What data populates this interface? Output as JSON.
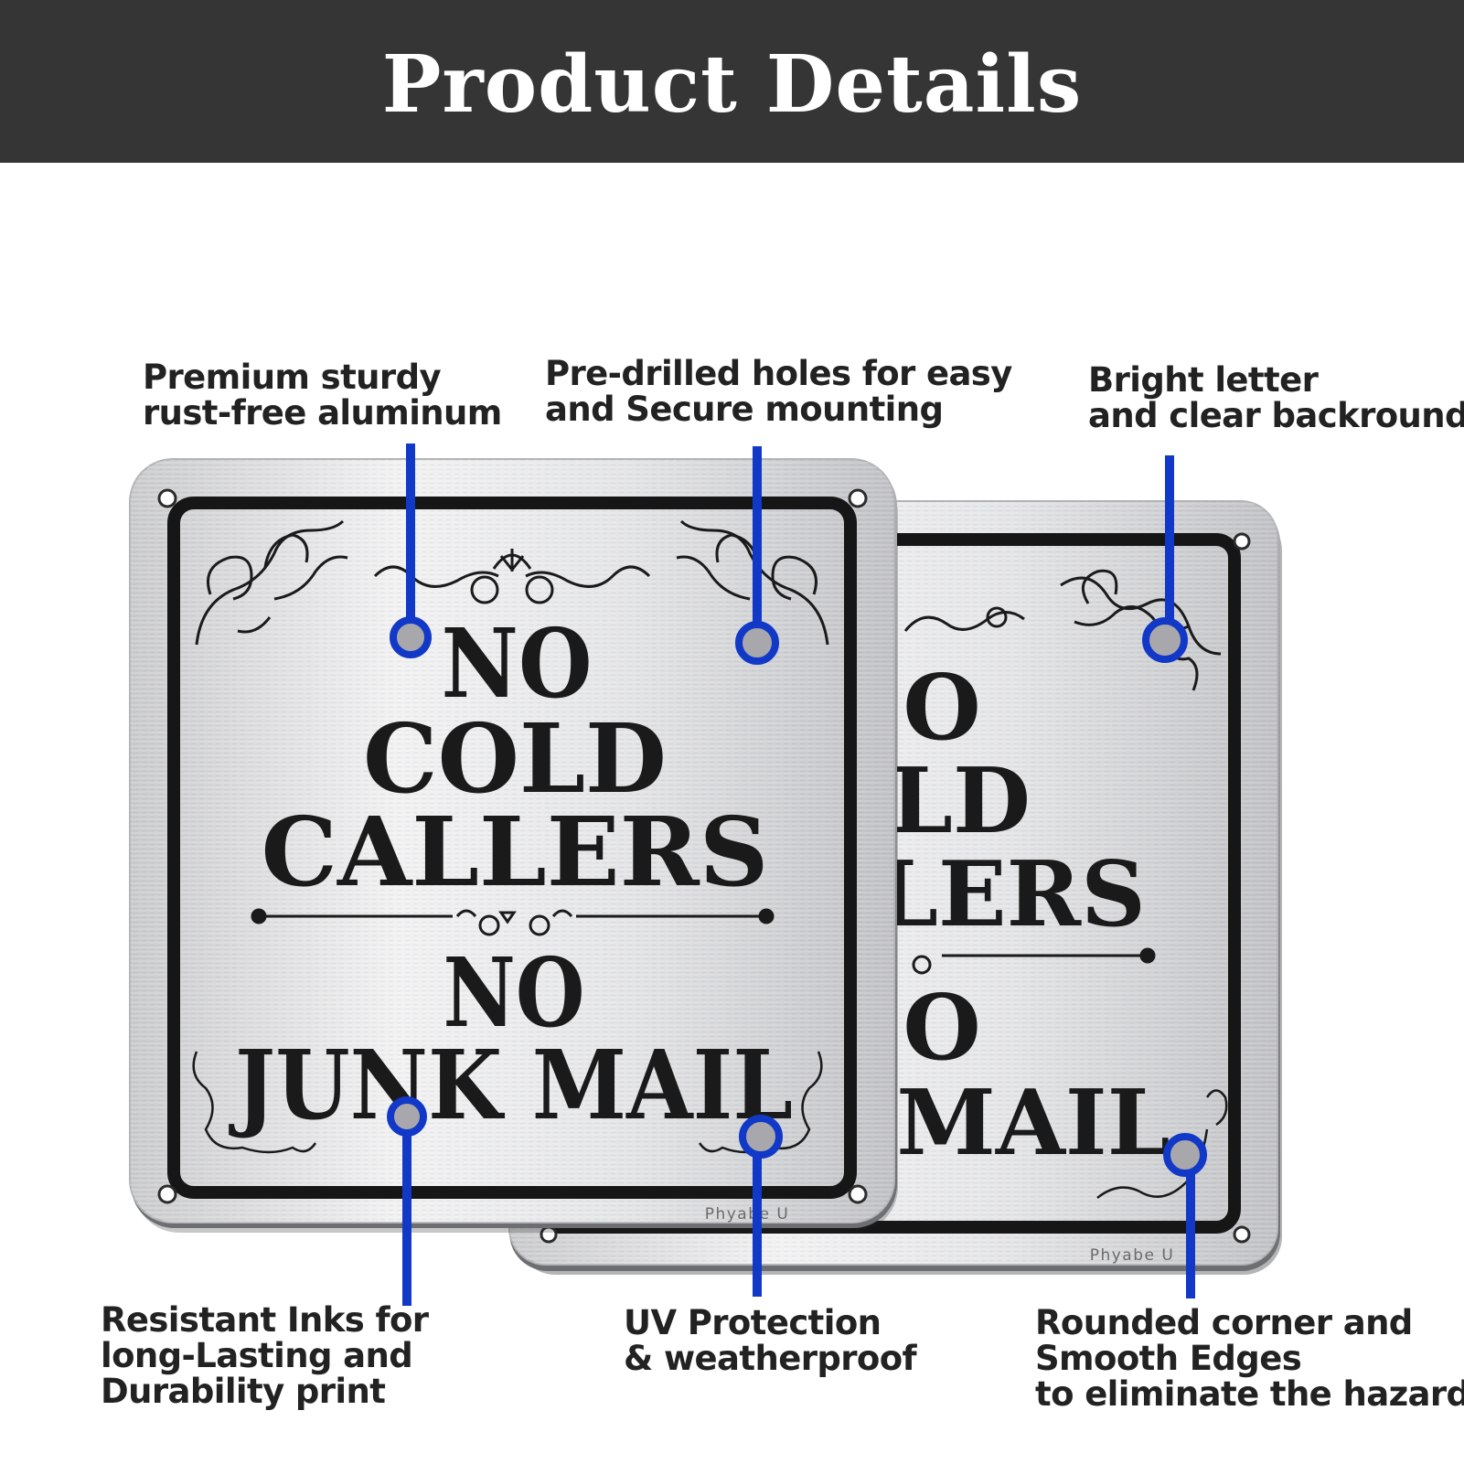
{
  "header": {
    "title": "Product Details"
  },
  "sign": {
    "lines": [
      "NO",
      "COLD",
      "CALLERS",
      "NO",
      "JUNK MAIL"
    ],
    "back_lines": [
      "O",
      "LD",
      "LERS",
      "O",
      "MAIL"
    ],
    "maker": "Phyabe U"
  },
  "callouts": {
    "top_left": [
      "Premium sturdy",
      "rust-free aluminum"
    ],
    "top_center": [
      "Pre-drilled holes for easy",
      "and Secure mounting"
    ],
    "top_right": [
      "Bright letter",
      "and clear backround"
    ],
    "bottom_left": [
      "Resistant Inks for",
      "long-Lasting and",
      "Durability print"
    ],
    "bottom_center": [
      "UV Protection",
      "& weatherproof"
    ],
    "bottom_right": [
      "Rounded corner and",
      "Smooth Edges",
      "to eliminate the hazard"
    ]
  },
  "colors": {
    "header_bg": "#343534",
    "pointer": "#1238c8",
    "pointer_dot": "#a8a8ac",
    "sign_text": "#1a1a1a"
  }
}
